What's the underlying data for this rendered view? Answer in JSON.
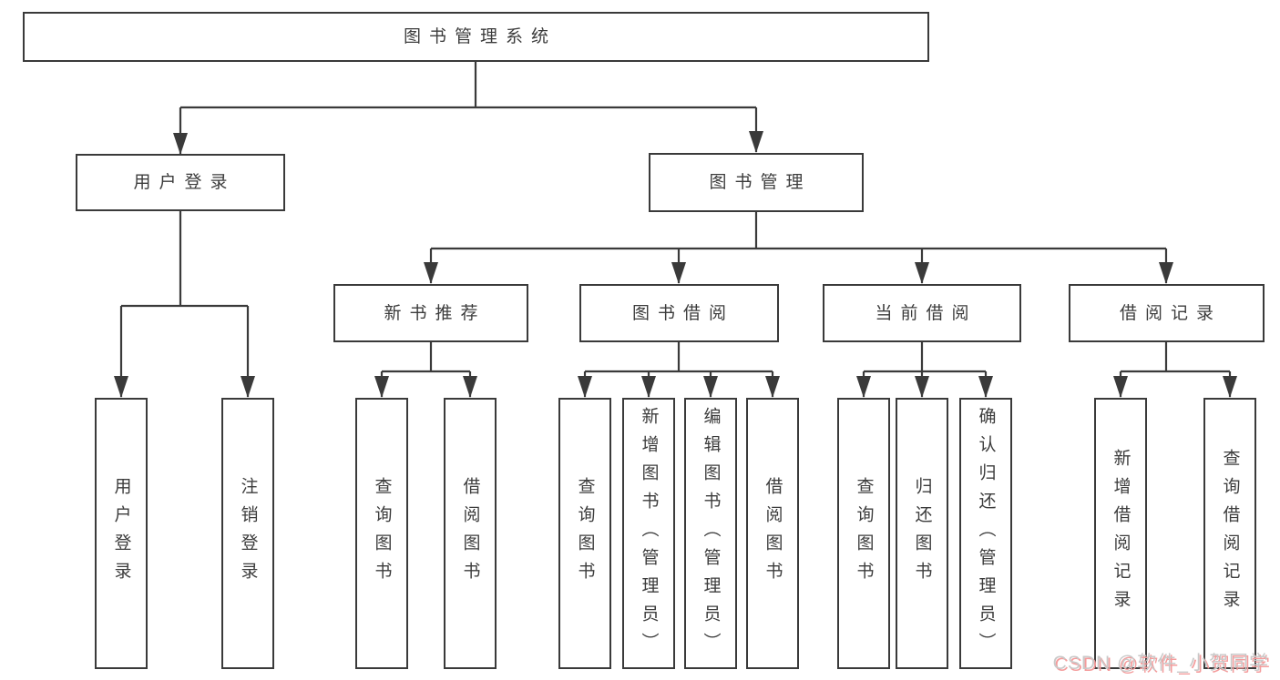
{
  "diagram_title": "图书管理系统",
  "boxes": {
    "root": "图书管理系统",
    "user_login": "用户登录",
    "book_management": "图书管理",
    "new_book_recommend": "新书推荐",
    "book_borrow": "图书借阅",
    "current_borrow": "当前借阅",
    "borrow_record": "借阅记录",
    "leaf_user_login": "用户登录",
    "leaf_logout": "注销登录",
    "leaf_rec_query_book": "查询图书",
    "leaf_rec_borrow_book": "借阅图书",
    "leaf_bor_query_book": "查询图书",
    "leaf_bor_add_book_admin": "新增图书（管理员）",
    "leaf_bor_edit_book_admin": "编辑图书（管理员）",
    "leaf_bor_borrow_book": "借阅图书",
    "leaf_cur_query_book": "查询图书",
    "leaf_cur_return_book": "归还图书",
    "leaf_cur_confirm_return_admin": "确认归还（管理员）",
    "leaf_rcd_add_record": "新增借阅记录",
    "leaf_rcd_query_record": "查询借阅记录"
  },
  "tree": {
    "label": "图书管理系统",
    "children": [
      {
        "label": "用户登录",
        "children": [
          {
            "label": "用户登录"
          },
          {
            "label": "注销登录"
          }
        ]
      },
      {
        "label": "图书管理",
        "children": [
          {
            "label": "新书推荐",
            "children": [
              {
                "label": "查询图书"
              },
              {
                "label": "借阅图书"
              }
            ]
          },
          {
            "label": "图书借阅",
            "children": [
              {
                "label": "查询图书"
              },
              {
                "label": "新增图书（管理员）"
              },
              {
                "label": "编辑图书（管理员）"
              },
              {
                "label": "借阅图书"
              }
            ]
          },
          {
            "label": "当前借阅",
            "children": [
              {
                "label": "查询图书"
              },
              {
                "label": "归还图书"
              },
              {
                "label": "确认归还（管理员）"
              }
            ]
          },
          {
            "label": "借阅记录",
            "children": [
              {
                "label": "新增借阅记录"
              },
              {
                "label": "查询借阅记录"
              }
            ]
          }
        ]
      }
    ]
  },
  "watermark": {
    "text": "CSDN @软件_小贺同学"
  },
  "colors": {
    "background": "#ffffff",
    "stroke": "#3a3a3a",
    "box_text": "#3c3c3c",
    "watermark_text": "#c9c9c9",
    "watermark_shadow": "#f49c9c"
  }
}
